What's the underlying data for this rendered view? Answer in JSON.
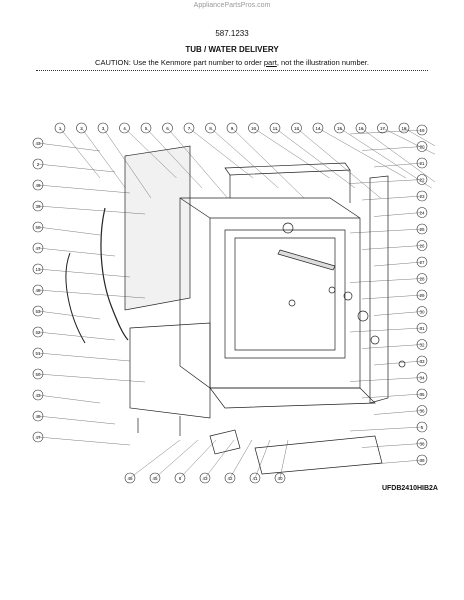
{
  "header": {
    "watermark": "AppliancePartsPros.com",
    "model_number": "587.1233",
    "title": "TUB / WATER DELIVERY",
    "caution_before": "CAUTION: Use the Kenmore part number to order ",
    "caution_link": "part",
    "caution_after": ", not the illustration number."
  },
  "diagram": {
    "callouts_top": [
      "1",
      "2",
      "3",
      "4",
      "5",
      "6",
      "7",
      "8",
      "9",
      "10",
      "11",
      "13",
      "14",
      "15",
      "16",
      "17",
      "18"
    ],
    "callouts_left": [
      "43",
      "2",
      "49",
      "39",
      "50",
      "47",
      "13",
      "48",
      "53",
      "52",
      "51",
      "50",
      "43",
      "48",
      "47"
    ],
    "callouts_right": [
      "19",
      "20",
      "21",
      "22",
      "23",
      "24",
      "25",
      "26",
      "27",
      "28",
      "29",
      "30",
      "31",
      "32",
      "33",
      "34",
      "35",
      "36",
      "5",
      "38",
      "39"
    ],
    "callouts_bottom": [
      "46",
      "45",
      "6",
      "43",
      "42",
      "41",
      "40"
    ]
  },
  "footer": {
    "diagram_code": "UFDB2410HIB2A"
  }
}
